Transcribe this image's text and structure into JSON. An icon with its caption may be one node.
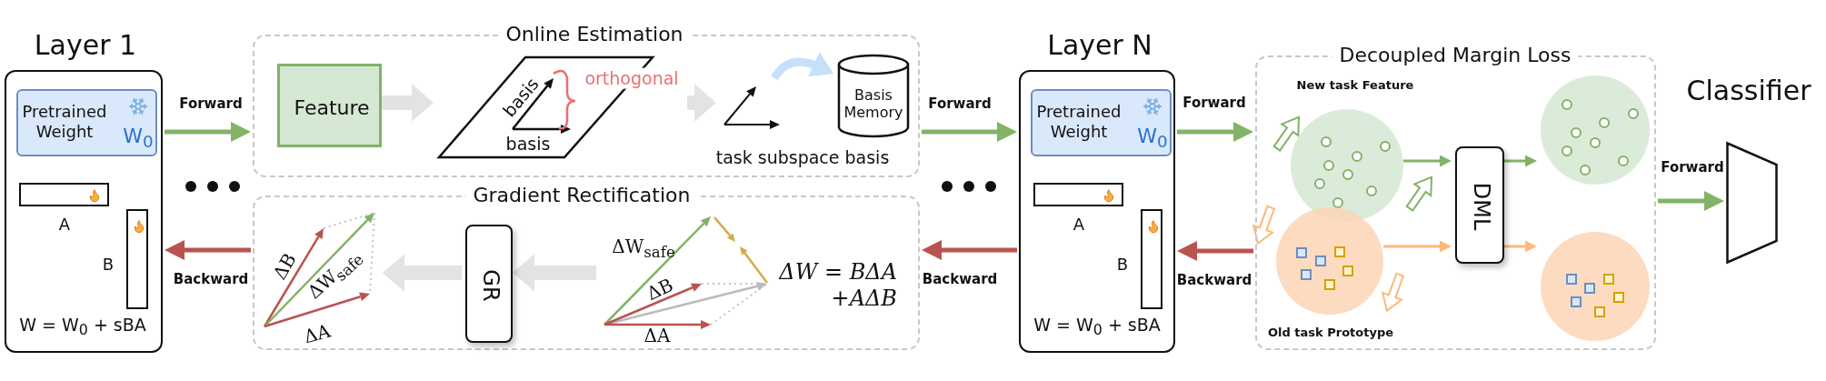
{
  "diagram": {
    "nodes": [
      {
        "text": [
          "Layer 1",
          "W = W$_{0}$ + sBA"
        ]
      },
      {
        "text": [
          "Pretrained Weight",
          "W$_{0}$"
        ],
        "in": 0
      },
      {
        "text": [
          "A"
        ],
        "in": 0
      },
      {
        "text": [
          "B"
        ],
        "in": 0
      },
      {
        "text": [
          "Online Estimation"
        ]
      },
      {
        "text": [
          "Feature"
        ],
        "in": 4
      },
      {
        "text": [
          "basis",
          "basis",
          "orthogonal"
        ],
        "in": 4
      },
      {
        "text": [
          "task subspace basis"
        ],
        "in": 4
      },
      {
        "text": [
          "Basis Memory"
        ],
        "in": 4
      },
      {
        "text": [
          "Gradient Rectification"
        ]
      },
      {
        "text": [
          "ΔB",
          "ΔW$_{safe}$",
          "ΔA"
        ],
        "in": 9
      },
      {
        "text": [
          "GR"
        ],
        "in": 9
      },
      {
        "text": [
          "ΔW$_{safe}$",
          "ΔB",
          "ΔA",
          "ΔW = BΔA +AΔB"
        ],
        "in": 9
      },
      {
        "text": [
          "Layer N",
          "W = W$_{0}$ + sBA"
        ]
      },
      {
        "text": [
          "Pretrained Weight",
          "W$_{0}$"
        ],
        "in": 13
      },
      {
        "text": [
          "A"
        ],
        "in": 13
      },
      {
        "text": [
          "B"
        ],
        "in": 13
      },
      {
        "text": [
          "Decoupled Margin Loss"
        ]
      },
      {
        "text": [
          "New task Feature"
        ],
        "in": 17
      },
      {
        "text": [
          "Old task Prototype"
        ],
        "in": 17
      },
      {
        "text": [
          "DML"
        ],
        "in": 17
      },
      {
        "text": [],
        "shape": "circle",
        "in": 17
      },
      {
        "text": [],
        "shape": "circle",
        "in": 17
      },
      {
        "text": [
          "Classifier"
        ]
      }
    ],
    "edges": [
      {
        "from": 0,
        "to": 4,
        "arrow": "to",
        "label": "Forward"
      },
      {
        "from": 9,
        "to": 0,
        "arrow": "to",
        "label": "Backward",
        "color": "#b85450"
      },
      {
        "from": 4,
        "to": 13,
        "arrow": "to",
        "label": "Forward"
      },
      {
        "from": 13,
        "to": 9,
        "arrow": "to",
        "label": "Backward",
        "color": "#b85450"
      },
      {
        "from": 13,
        "to": 17,
        "arrow": "to",
        "label": "Forward"
      },
      {
        "from": 17,
        "to": 13,
        "arrow": "to",
        "label": "Backward",
        "color": "#b85450"
      },
      {
        "from": 17,
        "to": 23,
        "arrow": "to",
        "label": "Forward"
      },
      {
        "from": 5,
        "to": 6,
        "arrow": "to",
        "style": "thick",
        "color": "#e3e3e3"
      },
      {
        "from": 6,
        "to": 7,
        "arrow": "to",
        "style": "thick",
        "color": "#e3e3e3"
      },
      {
        "from": 7,
        "to": 8,
        "arrow": "to",
        "style": "thick",
        "color": "#c7e0fa"
      },
      {
        "from": 12,
        "to": 11,
        "arrow": "to",
        "style": "thick",
        "color": "#e3e3e3"
      },
      {
        "from": 11,
        "to": 10,
        "arrow": "to",
        "style": "thick",
        "color": "#e3e3e3"
      },
      {
        "from": 18,
        "to": 20,
        "arrow": "to"
      },
      {
        "from": 19,
        "to": 20,
        "arrow": "to",
        "color": "#fdb97a"
      },
      {
        "from": 20,
        "to": 21,
        "arrow": "to"
      },
      {
        "from": 20,
        "to": 22,
        "arrow": "to",
        "color": "#fdb97a"
      },
      {
        "from": null,
        "to": 18,
        "arrow": "to",
        "style": "thick"
      },
      {
        "from": 18,
        "to": null,
        "arrow": "to",
        "style": "thick"
      },
      {
        "from": null,
        "to": 19,
        "arrow": "to",
        "style": "thick",
        "color": "#fdb97a"
      },
      {
        "from": null,
        "to": 19,
        "arrow": "to",
        "style": "thick",
        "color": "#fdb97a"
      }
    ]
  }
}
